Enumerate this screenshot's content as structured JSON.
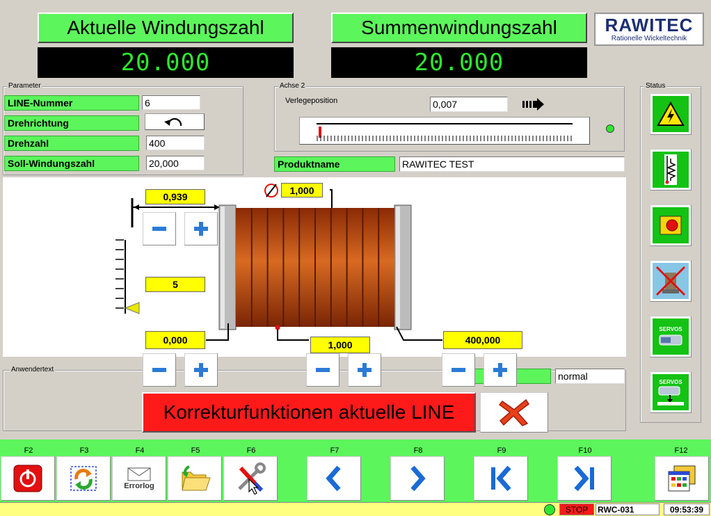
{
  "header": {
    "current_turns_title": "Aktuelle Windungszahl",
    "current_turns_value": "20.000",
    "total_turns_title": "Summenwindungszahl",
    "total_turns_value": "20.000",
    "logo_name": "RAWITEC",
    "logo_tagline": "Rationelle Wickeltechnik"
  },
  "parameter": {
    "group_label": "Parameter",
    "rows": [
      {
        "label": "LINE-Nummer",
        "value": "6"
      },
      {
        "label": "Drehrichtung",
        "value": ""
      },
      {
        "label": "Drehzahl",
        "value": "400"
      },
      {
        "label": "Soll-Windungszahl",
        "value": "20,000"
      }
    ]
  },
  "axis2": {
    "group_label": "Achse 2",
    "position_label": "Verlegeposition",
    "position_value": "0,007",
    "slider_fraction": 0.007
  },
  "product": {
    "label": "Produktname",
    "value": "RAWITEC TEST"
  },
  "coil": {
    "left_offset": "0,939",
    "wire_diameter": "1,000",
    "layers": "5",
    "start_pos": "0,000",
    "pitch": "1,000",
    "end_pos": "400,000"
  },
  "user_text": {
    "group_label": "Anwendertext",
    "mode_value": "normal"
  },
  "status": {
    "group_label": "Status",
    "servos_label": "SERVOS"
  },
  "banner": {
    "text": "Korrekturfunktionen aktuelle LINE"
  },
  "function_keys": [
    "F2",
    "F3",
    "F4",
    "F5",
    "F6",
    "F7",
    "F8",
    "F9",
    "F10",
    "F12"
  ],
  "errorlog_label": "Errorlog",
  "statusbar": {
    "stop": "STOP",
    "machine": "RWC-031",
    "time": "09:53:39"
  },
  "colors": {
    "accent_green": "#5cf55c",
    "counter_green": "#2ee82e",
    "banner_red": "#ff1a1a",
    "label_yellow": "#ffff00",
    "coil_copper": "#c04a10"
  }
}
